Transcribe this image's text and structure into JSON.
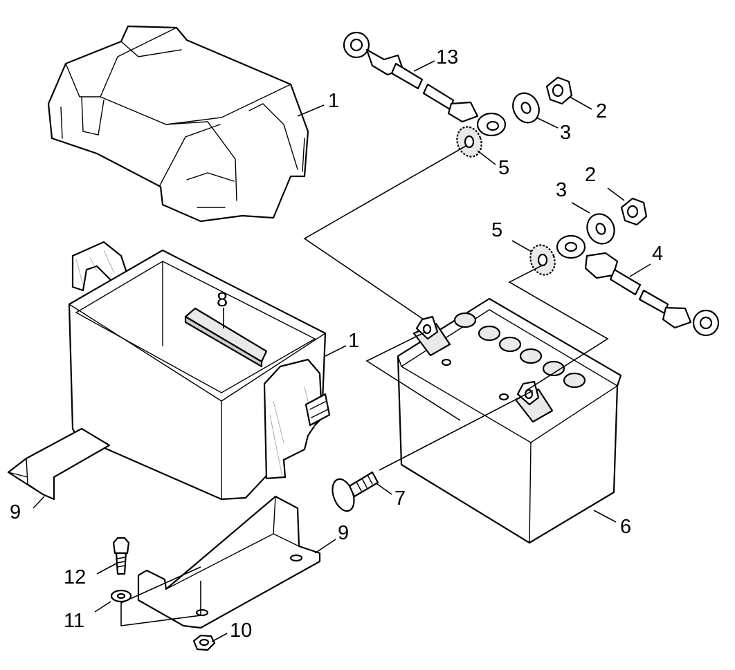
{
  "callouts": {
    "c1_cover": "1",
    "c2_upper": "2",
    "c3_upper": "3",
    "c5_upper": "5",
    "c13": "13",
    "c2_lower": "2",
    "c3_lower": "3",
    "c5_lower": "5",
    "c4": "4",
    "c8": "8",
    "c1_box": "1",
    "c9_left": "9",
    "c9_right": "9",
    "c7": "7",
    "c6": "6",
    "c12": "12",
    "c11": "11",
    "c10": "10"
  }
}
